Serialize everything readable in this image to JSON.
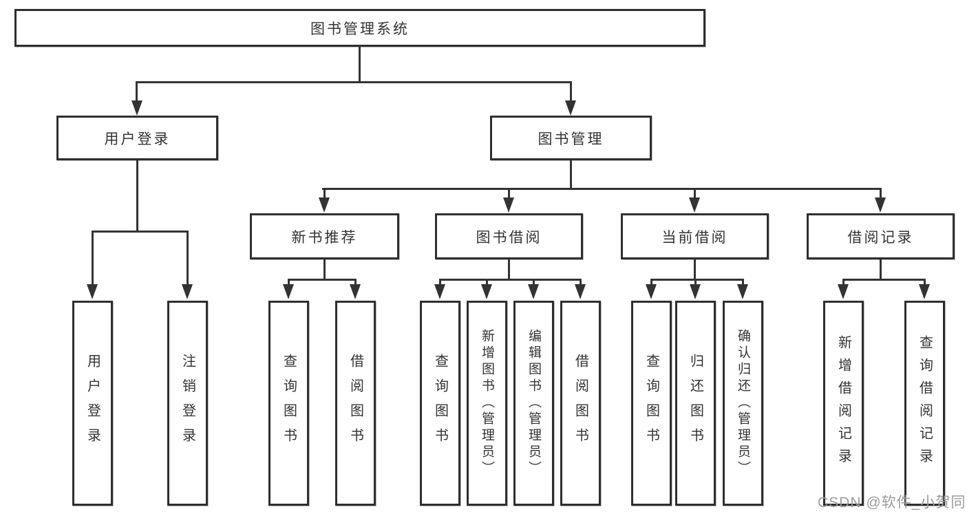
{
  "tree": {
    "root": {
      "label": "图书管理系统",
      "children": [
        {
          "label": "用户登录",
          "children": [
            {
              "label": "用户登录"
            },
            {
              "label": "注销登录"
            }
          ]
        },
        {
          "label": "图书管理",
          "children": [
            {
              "label": "新书推荐",
              "children": [
                {
                  "label": "查询图书"
                },
                {
                  "label": "借阅图书"
                }
              ]
            },
            {
              "label": "图书借阅",
              "children": [
                {
                  "label": "查询图书"
                },
                {
                  "label": "新增图书（管理员）"
                },
                {
                  "label": "编辑图书（管理员）"
                },
                {
                  "label": "借阅图书"
                }
              ]
            },
            {
              "label": "当前借阅",
              "children": [
                {
                  "label": "查询图书"
                },
                {
                  "label": "归还图书"
                },
                {
                  "label": "确认归还（管理员）"
                }
              ]
            },
            {
              "label": "借阅记录",
              "children": [
                {
                  "label": "新增借阅记录"
                },
                {
                  "label": "查询借阅记录"
                }
              ]
            }
          ]
        }
      ]
    }
  },
  "watermark": {
    "text": "CSDN @软件_小贺同学"
  },
  "colors": {
    "line": "#333333",
    "box_border": "#2e2e2e",
    "text": "#333333",
    "watermark": "#9b9b9b",
    "background": "#ffffff"
  }
}
